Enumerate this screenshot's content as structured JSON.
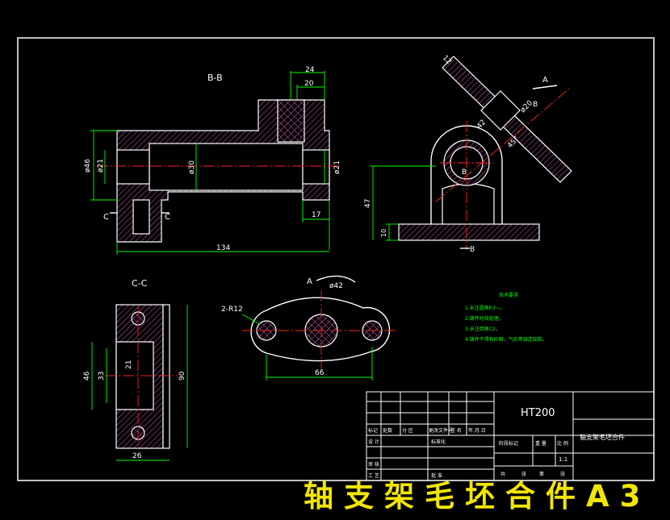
{
  "view_labels": {
    "section_bb": "B-B",
    "section_cc": "C-C",
    "marker_c": "C",
    "marker_b": "B",
    "marker_a": "A"
  },
  "dimensions": {
    "d24": "24",
    "d20": "20",
    "d46": "ø46",
    "d21_left": "ø21",
    "d30": "ø30",
    "d21_right": "ø21",
    "d17": "17",
    "d134": "134",
    "d12": "12",
    "d20_circ": "ø20",
    "d42_top": "42",
    "d45": "45°",
    "d47": "47",
    "d10": "10",
    "d2r12": "2-R12",
    "d42_plan": "ø42",
    "d66": "66",
    "d46_cc": "46",
    "d33": "33",
    "d21_cc": "21",
    "d90": "90",
    "d26": "26"
  },
  "notes": {
    "title": "技术要求",
    "items": [
      "1.未注圆角R3~。",
      "2.铸件时效处理。",
      "3.未注倒角C2。",
      "4.铸件不得有砂眼、气孔等铸造缺陷。"
    ]
  },
  "title_block": {
    "material": "HT200",
    "part_name": "轴支架毛坯合件",
    "row1": [
      "标记",
      "处数",
      "分 区",
      "更改文件号",
      "签 名",
      "年.月.日"
    ],
    "row2": [
      "设 计",
      "标准化"
    ],
    "row3": [
      "审 核"
    ],
    "row4": [
      "工 艺",
      "批 准"
    ],
    "stage_label": "阶段标记",
    "weight_label": "重 量",
    "scale_label": "比 例",
    "scale_value": "1:1",
    "sheet_labels": [
      "共",
      "张",
      "第",
      "张"
    ]
  },
  "banner": "轴支架毛坯合件A3",
  "colors": {
    "background": "#000000",
    "outline": "#ffffff",
    "dimension": "#00ff00",
    "centerline": "#ff2020",
    "hatch": "#e060c0",
    "banner": "#f2e600"
  }
}
